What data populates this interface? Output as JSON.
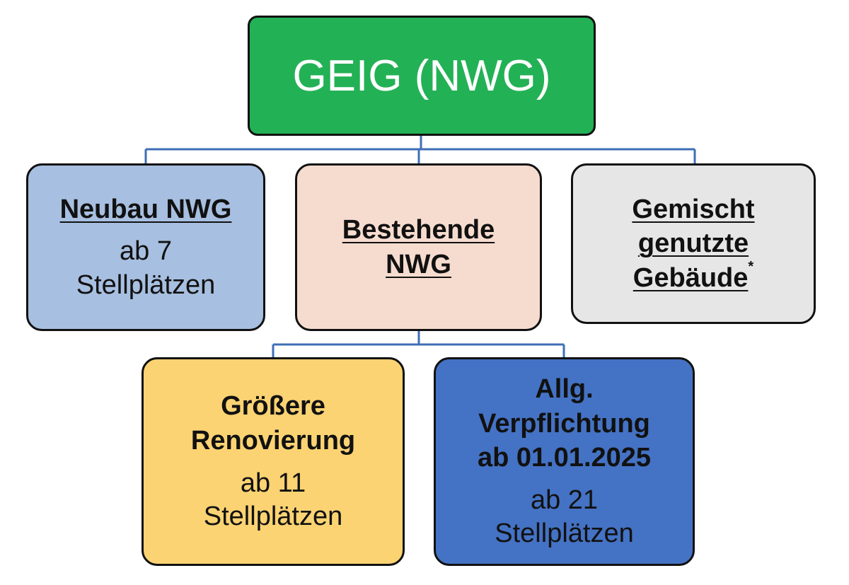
{
  "colors": {
    "root_fill": "#23b155",
    "neubau_fill": "#a7bfe0",
    "bestehende_fill": "#f6dccf",
    "gemischt_fill": "#e6e6e6",
    "renovierung_fill": "#fbd373",
    "allg_fill": "#4472c4",
    "connector": "#3f6fb5"
  },
  "root": {
    "label": "GEIG (NWG)"
  },
  "nodes": {
    "neubau": {
      "title": "Neubau NWG",
      "line1": "ab 7",
      "line2": "Stellplätzen"
    },
    "bestehende": {
      "title_line1": "Bestehende",
      "title_line2": "NWG"
    },
    "gemischt": {
      "title_line1": "Gemischt",
      "title_line2": "genutzte",
      "title_line3": "Gebäude",
      "footnote_mark": "*"
    },
    "renovierung": {
      "title_line1": "Größere",
      "title_line2": "Renovierung",
      "line1": "ab 11",
      "line2": "Stellplätzen"
    },
    "allg": {
      "title_line1": "Allg.",
      "title_line2": "Verpflichtung",
      "title_line3": "ab 01.01.2025",
      "line1": "ab 21",
      "line2": "Stellplätzen"
    }
  }
}
